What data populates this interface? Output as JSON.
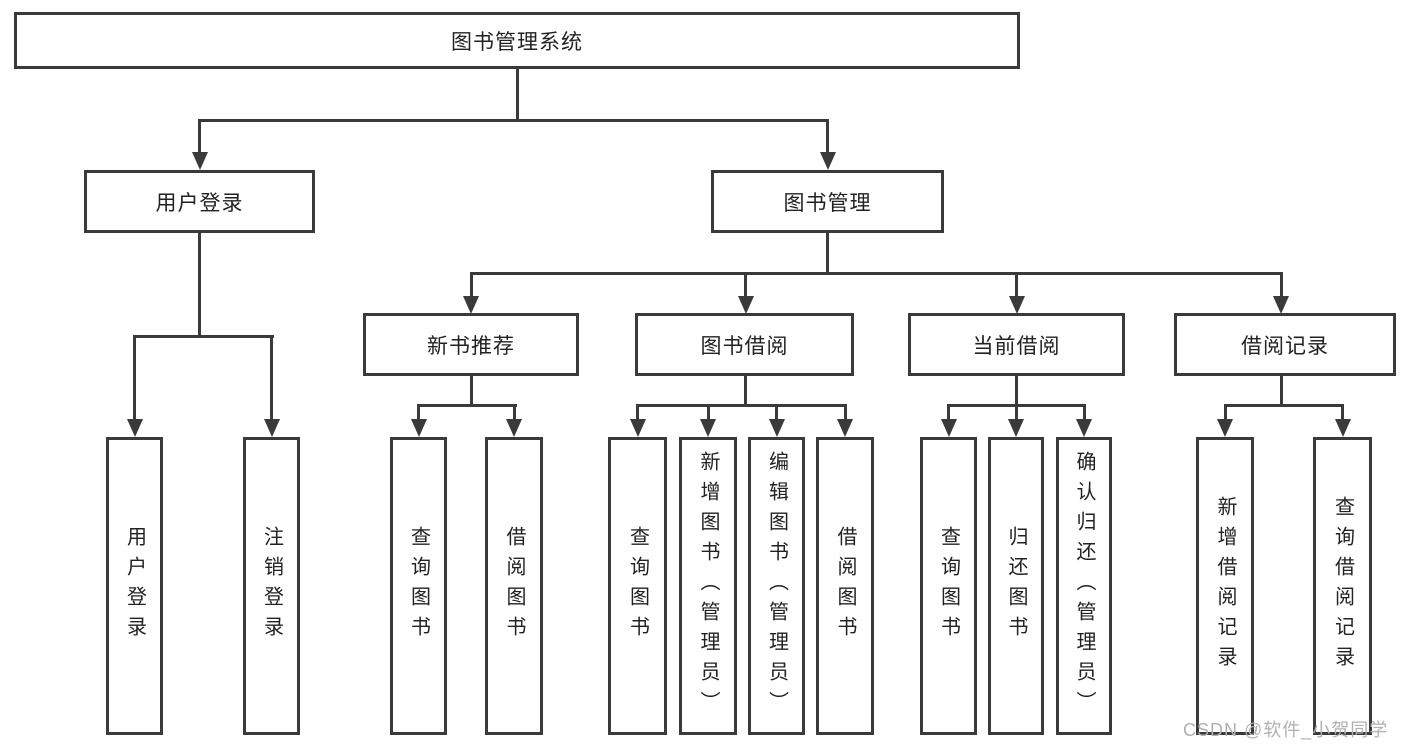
{
  "diagram": {
    "root": "图书管理系统",
    "level2": {
      "user_login": "用户登录",
      "book_mgmt": "图书管理"
    },
    "level3": {
      "new_books": "新书推荐",
      "borrow": "图书借阅",
      "current": "当前借阅",
      "records": "借阅记录"
    },
    "leaves": {
      "user_login": [
        "用户登录",
        "注销登录"
      ],
      "new_books": [
        "查询图书",
        "借阅图书"
      ],
      "borrow": [
        "查询图书",
        "新增图书（管理员）",
        "编辑图书（管理员）",
        "借阅图书"
      ],
      "current": [
        "查询图书",
        "归还图书",
        "确认归还（管理员）"
      ],
      "records": [
        "新增借阅记录",
        "查询借阅记录"
      ]
    }
  },
  "watermark": "CSDN @软件_小贺同学",
  "colors": {
    "line": "#3a3a3a",
    "text": "#222222",
    "watermark_text": "#b0b0b0",
    "background": "#ffffff"
  }
}
